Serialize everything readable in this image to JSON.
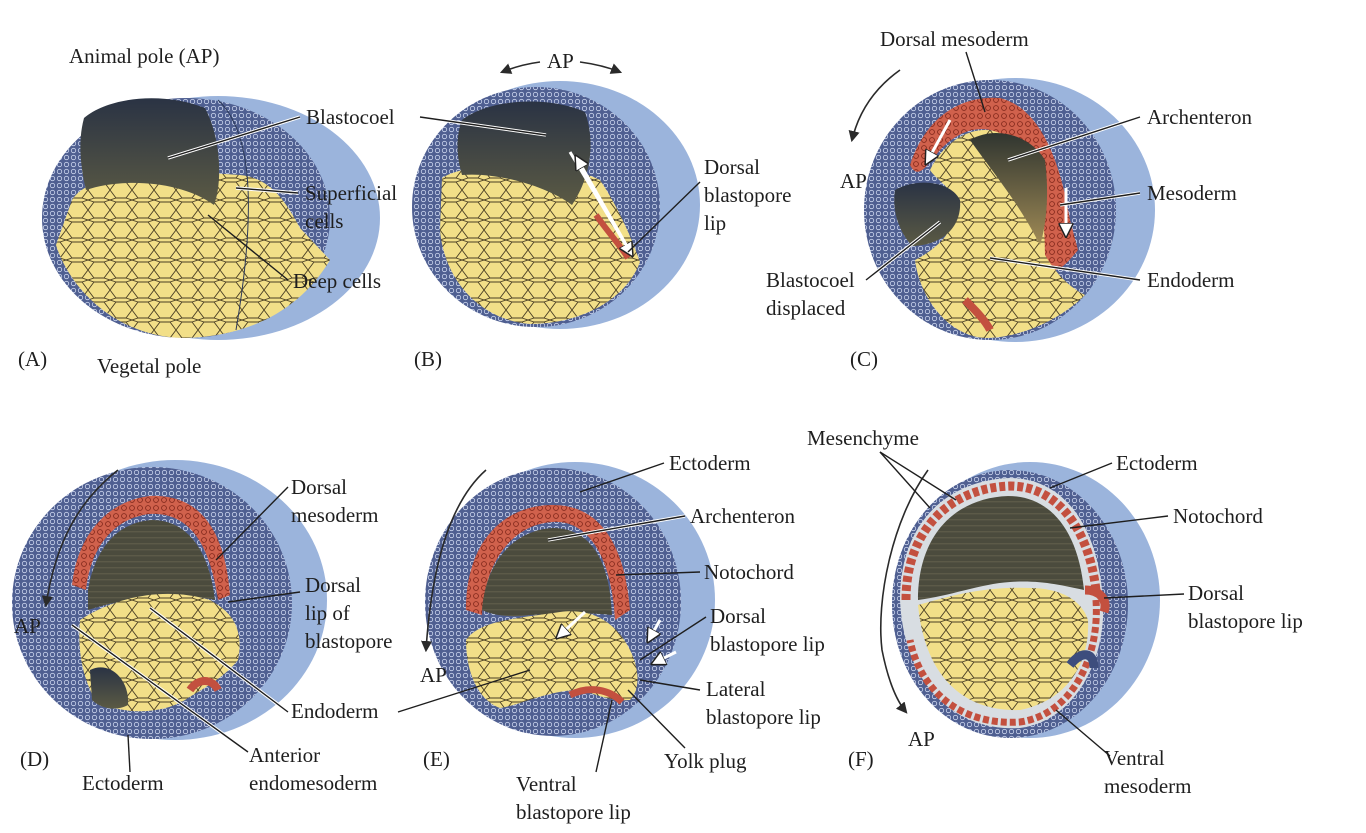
{
  "panels": {
    "A": {
      "letter": "(A)",
      "labels": {
        "animal_pole": "Animal pole (AP)",
        "blastocoel": "Blastocoel",
        "superficial_1": "Superficial",
        "superficial_2": "cells",
        "deep_cells": "Deep cells",
        "vegetal_pole": "Vegetal pole"
      }
    },
    "B": {
      "letter": "(B)",
      "labels": {
        "ap": "AP",
        "dorsal_1": "Dorsal",
        "dorsal_2": "blastopore",
        "dorsal_3": "lip"
      }
    },
    "C": {
      "letter": "(C)",
      "labels": {
        "dorsal_mesoderm": "Dorsal mesoderm",
        "archenteron": "Archenteron",
        "ap": "AP",
        "mesoderm": "Mesoderm",
        "blastocoel_1": "Blastocoel",
        "blastocoel_2": "displaced",
        "endoderm": "Endoderm"
      }
    },
    "D": {
      "letter": "(D)",
      "labels": {
        "dorsal_mesoderm_1": "Dorsal",
        "dorsal_mesoderm_2": "mesoderm",
        "ap": "AP",
        "dorsal_lip_1": "Dorsal",
        "dorsal_lip_2": "lip of",
        "dorsal_lip_3": "blastopore",
        "endoderm": "Endoderm",
        "anterior_1": "Anterior",
        "anterior_2": "endomesoderm",
        "ectoderm": "Ectoderm"
      }
    },
    "E": {
      "letter": "(E)",
      "labels": {
        "ectoderm": "Ectoderm",
        "archenteron": "Archenteron",
        "notochord": "Notochord",
        "dorsal_1": "Dorsal",
        "dorsal_2": "blastopore lip",
        "ap": "AP",
        "lateral_1": "Lateral",
        "lateral_2": "blastopore lip",
        "yolk_plug": "Yolk plug",
        "ventral_1": "Ventral",
        "ventral_2": "blastopore lip"
      }
    },
    "F": {
      "letter": "(F)",
      "labels": {
        "mesenchyme": "Mesenchyme",
        "ectoderm": "Ectoderm",
        "notochord": "Notochord",
        "dorsal_1": "Dorsal",
        "dorsal_2": "blastopore lip",
        "ap": "AP",
        "ventral_1": "Ventral",
        "ventral_2": "mesoderm"
      }
    }
  },
  "colors": {
    "ectoderm_blue": "#7f9fd0",
    "outer_rim_blue": "#9bb4dc",
    "deep_cells_navy": "#3d4d7d",
    "yolk": "#f0de86",
    "mesoderm_red": "#cc5a48",
    "cavity_dark": "#4a4a3c"
  }
}
